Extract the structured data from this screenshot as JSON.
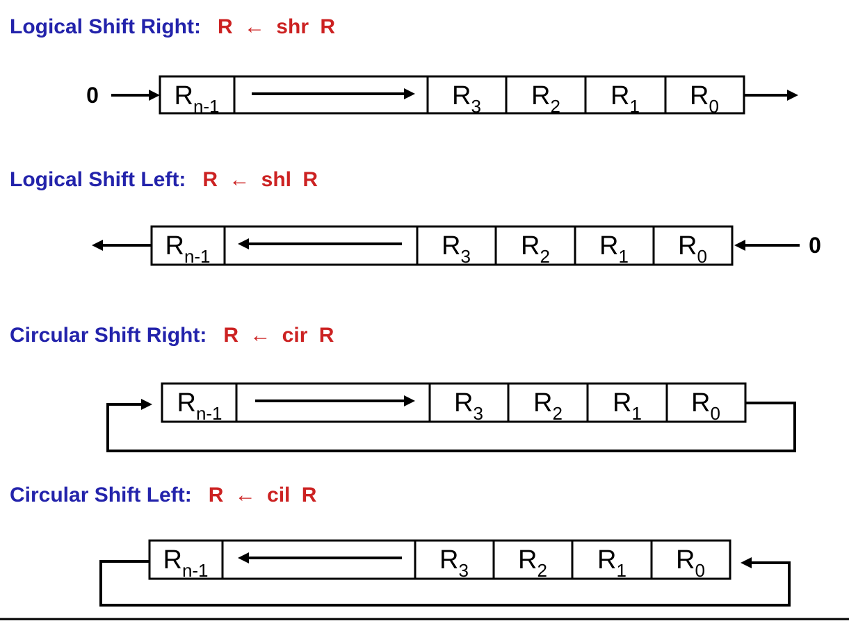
{
  "page": {
    "background": "#ffffff",
    "description": "Shift micro-operations diagram: logical and circular shifts of register R"
  },
  "colors": {
    "title_blue": "#2323AB",
    "operation_red": "#CC2222",
    "diagram_black": "#000000"
  },
  "sections": [
    {
      "id": "logical-shift-right",
      "title": "Logical Shift Right:",
      "operation": "R ← shr R",
      "serial_input": "0",
      "shift_direction": "right",
      "cells": [
        {
          "base": "R",
          "sub": "n-1"
        },
        {
          "base": "R",
          "sub": "3"
        },
        {
          "base": "R",
          "sub": "2"
        },
        {
          "base": "R",
          "sub": "1"
        },
        {
          "base": "R",
          "sub": "0"
        }
      ]
    },
    {
      "id": "logical-shift-left",
      "title": "Logical Shift Left:",
      "operation": "R ← shl R",
      "serial_input": "0",
      "shift_direction": "left",
      "cells": [
        {
          "base": "R",
          "sub": "n-1"
        },
        {
          "base": "R",
          "sub": "3"
        },
        {
          "base": "R",
          "sub": "2"
        },
        {
          "base": "R",
          "sub": "1"
        },
        {
          "base": "R",
          "sub": "0"
        }
      ]
    },
    {
      "id": "circular-shift-right",
      "title": "Circular Shift Right:",
      "operation": "R ← cir R",
      "shift_direction": "right",
      "cells": [
        {
          "base": "R",
          "sub": "n-1"
        },
        {
          "base": "R",
          "sub": "3"
        },
        {
          "base": "R",
          "sub": "2"
        },
        {
          "base": "R",
          "sub": "1"
        },
        {
          "base": "R",
          "sub": "0"
        }
      ]
    },
    {
      "id": "circular-shift-left",
      "title": "Circular Shift Left:",
      "operation": "R ← cil R",
      "shift_direction": "left",
      "cells": [
        {
          "base": "R",
          "sub": "n-1"
        },
        {
          "base": "R",
          "sub": "3"
        },
        {
          "base": "R",
          "sub": "2"
        },
        {
          "base": "R",
          "sub": "1"
        },
        {
          "base": "R",
          "sub": "0"
        }
      ]
    }
  ]
}
